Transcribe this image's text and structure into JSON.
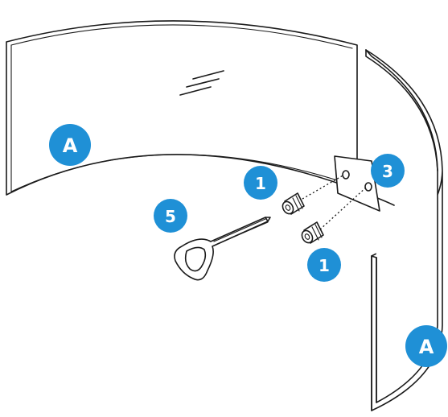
{
  "callouts": {
    "panel_left": "A",
    "panel_right": "A",
    "screw_top": "1",
    "screw_bottom": "1",
    "bracket": "3",
    "key": "5"
  },
  "colors": {
    "badge": "#1f90d6",
    "line": "#1a1a1a",
    "background": "#ffffff"
  },
  "icons": [
    "curved-panel-left",
    "curved-panel-right",
    "bracket-plate",
    "screw",
    "allen-key",
    "glass-reflection-icon"
  ]
}
